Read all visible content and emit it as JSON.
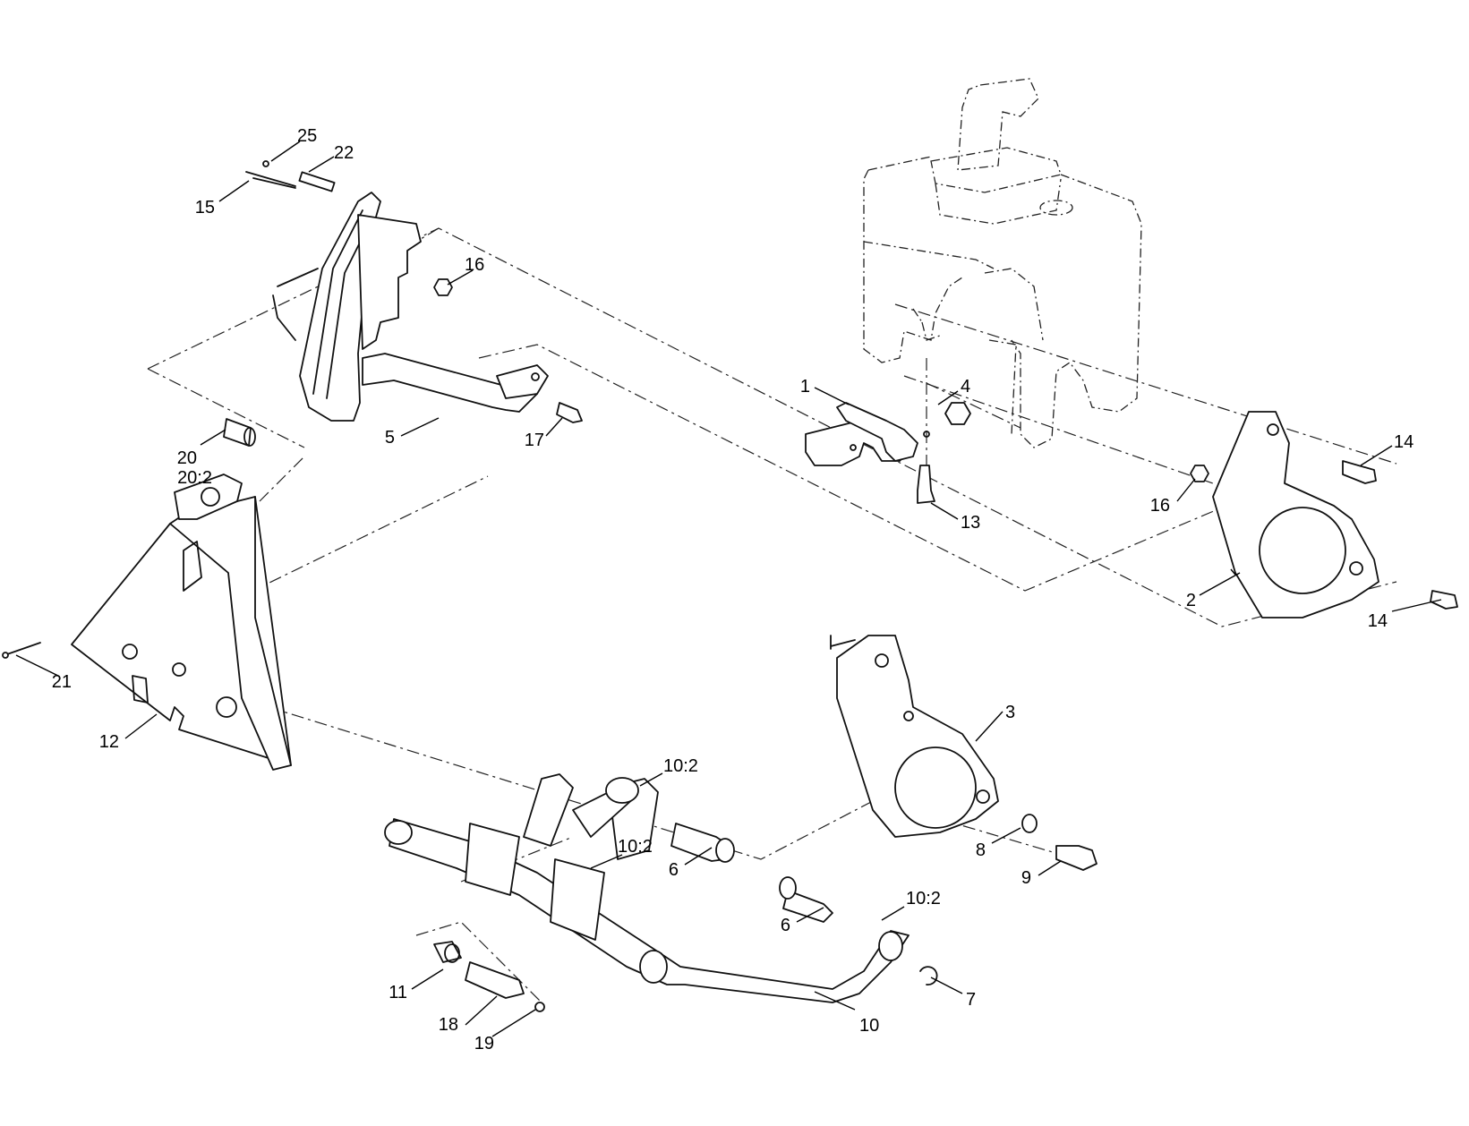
{
  "callouts": {
    "c1": "1",
    "c2": "2",
    "c3": "3",
    "c4": "4",
    "c5": "5",
    "c6a": "6",
    "c6b": "6",
    "c7": "7",
    "c8": "8",
    "c9": "9",
    "c10": "10",
    "c10_2a": "10:2",
    "c10_2b": "10:2",
    "c10_2c": "10:2",
    "c11": "11",
    "c12": "12",
    "c13": "13",
    "c14a": "14",
    "c14b": "14",
    "c15": "15",
    "c16a": "16",
    "c16b": "16",
    "c17": "17",
    "c18": "18",
    "c19": "19",
    "c20": "20",
    "c20_2": "20:2",
    "c21": "21",
    "c22": "22",
    "c25": "25"
  }
}
